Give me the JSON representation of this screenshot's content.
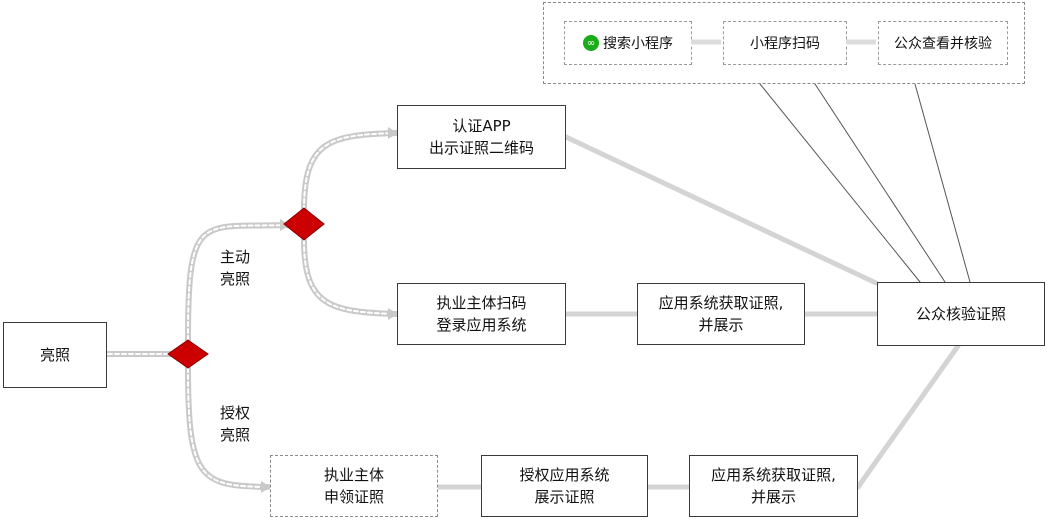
{
  "nodes": {
    "liangzhao": "亮照",
    "app_line1": "认证APP",
    "app_line2": "出示证照二维码",
    "scan_line1": "执业主体扫码",
    "scan_line2": "登录应用系统",
    "fetch1_line1": "应用系统获取证照,",
    "fetch1_line2": "并展示",
    "verify": "公众核验证照",
    "claim_line1": "执业主体",
    "claim_line2": "申领证照",
    "auth_line1": "授权应用系统",
    "auth_line2": "展示证照",
    "fetch2_line1": "应用系统获取证照,",
    "fetch2_line2": "并展示"
  },
  "labels": {
    "active_line1": "主动",
    "active_line2": "亮照",
    "granted_line1": "授权",
    "granted_line2": "亮照"
  },
  "panel": {
    "step1": "搜索小程序",
    "step2": "小程序扫码",
    "step3": "公众查看并核验",
    "step1_icon": "mini-program-icon"
  },
  "colors": {
    "decision": "#cc0000",
    "connector": "#cfcfcf",
    "border": "#3a3a3a"
  }
}
